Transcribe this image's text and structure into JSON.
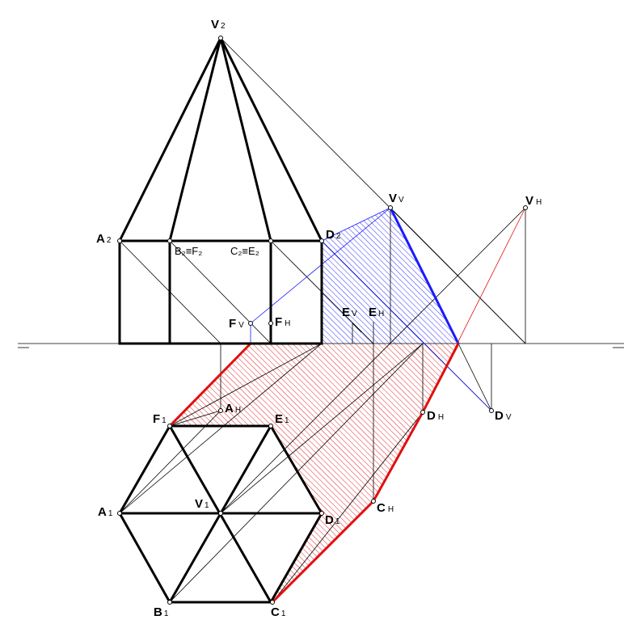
{
  "labels": {
    "V2": {
      "main": "V",
      "sub": "2"
    },
    "A2": {
      "main": "A",
      "sub": "2"
    },
    "B2F2": {
      "main": "B₂≡F₂"
    },
    "C2E2": {
      "main": "C₂≡E₂"
    },
    "D2": {
      "main": "D",
      "sub": "2"
    },
    "VV": {
      "main": "V",
      "sub": "V"
    },
    "VH": {
      "main": "V",
      "sub": "H"
    },
    "FV": {
      "main": "F",
      "sub": "V"
    },
    "FH": {
      "main": "F",
      "sub": "H"
    },
    "EV": {
      "main": "E",
      "sub": "V"
    },
    "EH": {
      "main": "E",
      "sub": "H"
    },
    "AH": {
      "main": "A",
      "sub": "H"
    },
    "F1": {
      "main": "F",
      "sub": "1"
    },
    "E1": {
      "main": "E",
      "sub": "1"
    },
    "A1": {
      "main": "A",
      "sub": "1"
    },
    "V1": {
      "main": "V",
      "sub": "1"
    },
    "D1": {
      "main": "D",
      "sub": "1"
    },
    "CH": {
      "main": "C",
      "sub": "H"
    },
    "DH": {
      "main": "D",
      "sub": "H"
    },
    "DV": {
      "main": "D",
      "sub": "V"
    },
    "B1": {
      "main": "B",
      "sub": "1"
    },
    "C1": {
      "main": "C",
      "sub": "1"
    }
  },
  "colors": {
    "outline": "#000000",
    "vertical_shadow": "#1a1aff",
    "horizontal_shadow": "#e01010"
  }
}
